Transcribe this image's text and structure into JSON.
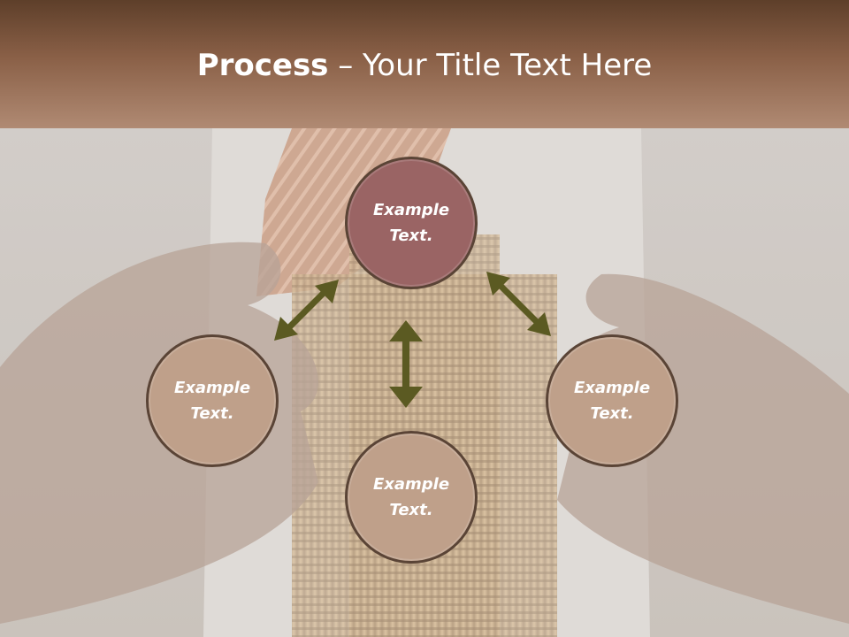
{
  "title": {
    "bold_part": "Process",
    "rest": " – Your Title Text Here"
  },
  "nodes": {
    "top": {
      "line1": "Example",
      "line2": "Text."
    },
    "left": {
      "line1": "Example",
      "line2": "Text."
    },
    "right": {
      "line1": "Example",
      "line2": "Text."
    },
    "bottom": {
      "line1": "Example",
      "line2": "Text."
    }
  },
  "colors": {
    "title_band_top": "#5e3f2a",
    "title_band_bottom": "#b08a73",
    "node_top": "#9a6464",
    "node_other": "#bfa08a",
    "node_border": "#5a4436",
    "arrow": "#5b5a22"
  }
}
